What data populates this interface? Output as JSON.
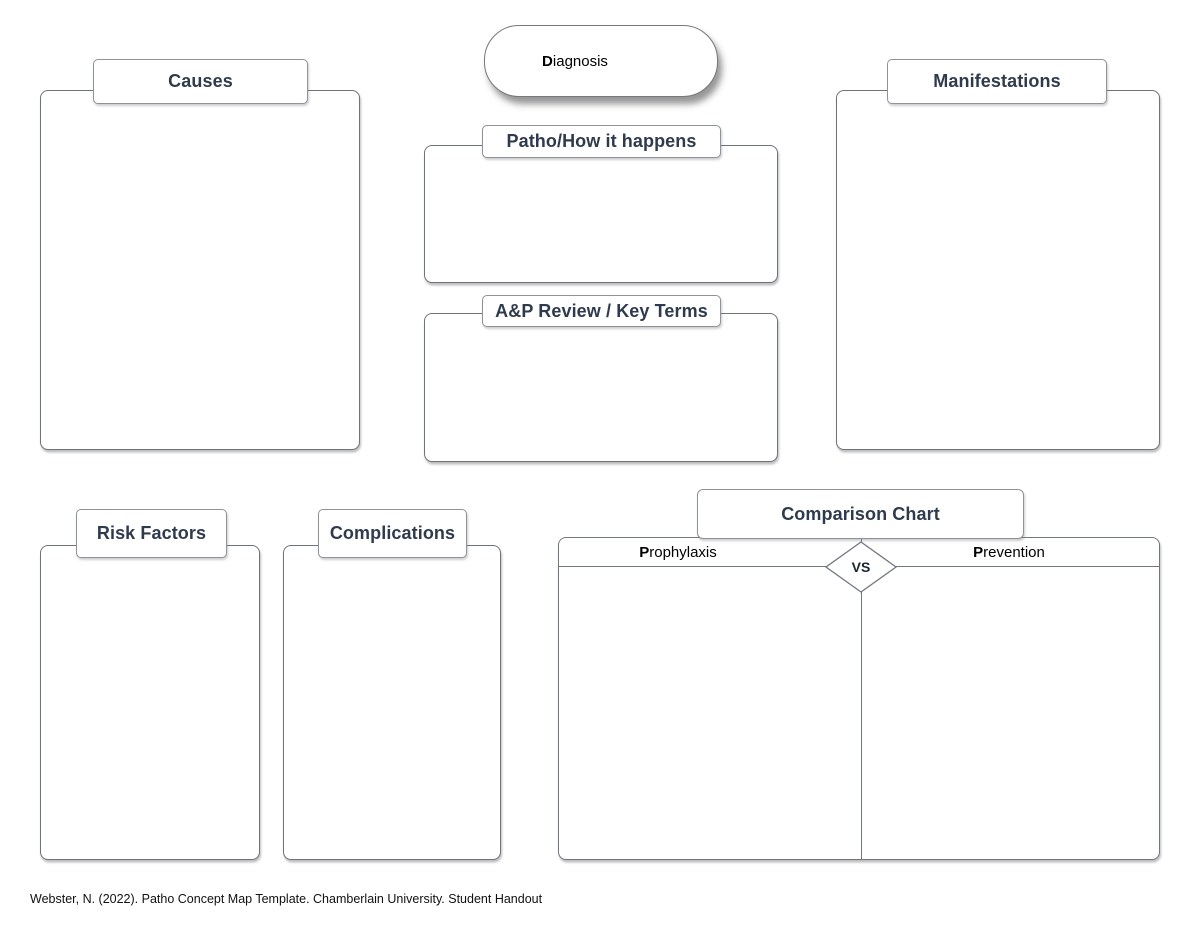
{
  "page": {
    "background": "#ffffff",
    "type_note": "Patho concept map template with empty fill-in boxes"
  },
  "colors": {
    "title_text": "#2f3b4d",
    "box_border": "#6d727b",
    "label_border": "#8d929c",
    "table_border": "#717780",
    "body_text": "#000000"
  },
  "nodes": {
    "diagnosis": {
      "label": "Diagnosis"
    },
    "causes": {
      "label": "Causes"
    },
    "manifestations": {
      "label": "Manifestations"
    },
    "patho": {
      "label": "Patho/How it happens"
    },
    "anp": {
      "label": "A&P Review / Key Terms"
    },
    "risk_factors": {
      "label": "Risk Factors"
    },
    "complications": {
      "label": "Complications"
    },
    "comparison": {
      "label": "Comparison Chart",
      "columns": [
        "Prophylaxis",
        "Prevention"
      ],
      "vs": "VS"
    }
  },
  "footer": {
    "citation": "Webster, N. (2022). Patho Concept Map Template. Chamberlain University. Student Handout"
  }
}
